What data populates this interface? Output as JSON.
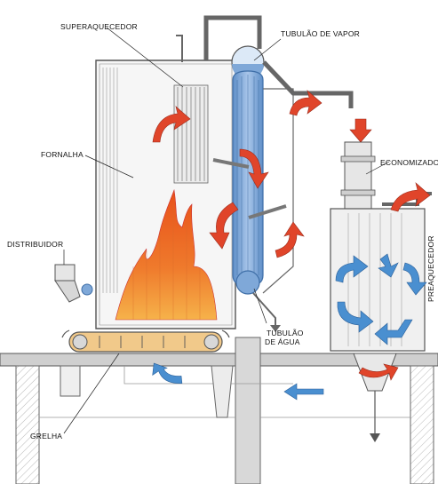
{
  "labels": {
    "superheater": "SUPERAQUECEDOR",
    "steam_drum": "TUBULÃO DE VAPOR",
    "furnace": "FORNALHA",
    "economizer": "ECONOMIZADOR",
    "distributor": "DISTRIBUIDOR",
    "preheater": "PREAQUECEDOR",
    "water_drum_line1": "TUBULÃO",
    "water_drum_line2": "DE ÁGUA",
    "grate": "GRELHA"
  },
  "colors": {
    "flame_outer": "#e8501a",
    "flame_inner": "#f4a03c",
    "water_tubes": "#7fa8d8",
    "gas_arrow": "#e0452a",
    "air_arrow": "#4a8fd0",
    "grate_fill": "#f1c98a",
    "ground": "#d9d9d9"
  }
}
